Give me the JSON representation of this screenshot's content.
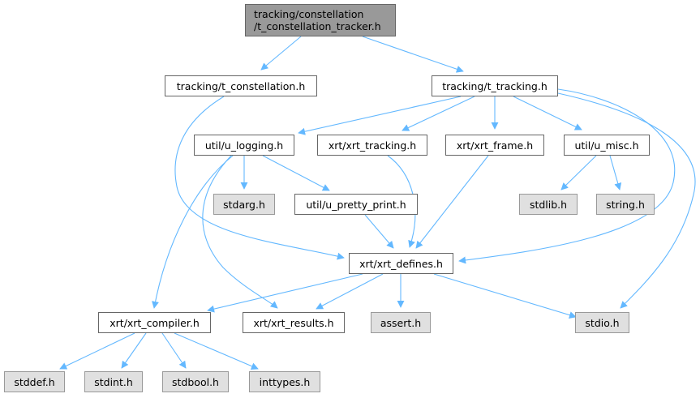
{
  "diagram": {
    "type": "include-dependency-graph",
    "edge_color": "#63b8ff",
    "node_border_color": "#666666",
    "root_fill": "#999999",
    "system_fill": "#e0e0e0",
    "nodes": [
      {
        "id": "root",
        "lines": [
          "tracking/constellation",
          "/t_constellation_tracker.h"
        ],
        "kind": "root"
      },
      {
        "id": "t_constellation",
        "lines": [
          "tracking/t_constellation.h"
        ],
        "kind": "local"
      },
      {
        "id": "t_tracking",
        "lines": [
          "tracking/t_tracking.h"
        ],
        "kind": "local"
      },
      {
        "id": "u_logging",
        "lines": [
          "util/u_logging.h"
        ],
        "kind": "local"
      },
      {
        "id": "xrt_tracking",
        "lines": [
          "xrt/xrt_tracking.h"
        ],
        "kind": "local"
      },
      {
        "id": "xrt_frame",
        "lines": [
          "xrt/xrt_frame.h"
        ],
        "kind": "local"
      },
      {
        "id": "u_misc",
        "lines": [
          "util/u_misc.h"
        ],
        "kind": "local"
      },
      {
        "id": "stdarg",
        "lines": [
          "stdarg.h"
        ],
        "kind": "system"
      },
      {
        "id": "u_pretty_print",
        "lines": [
          "util/u_pretty_print.h"
        ],
        "kind": "local"
      },
      {
        "id": "stdlib",
        "lines": [
          "stdlib.h"
        ],
        "kind": "system"
      },
      {
        "id": "string",
        "lines": [
          "string.h"
        ],
        "kind": "system"
      },
      {
        "id": "xrt_defines",
        "lines": [
          "xrt/xrt_defines.h"
        ],
        "kind": "local"
      },
      {
        "id": "xrt_compiler",
        "lines": [
          "xrt/xrt_compiler.h"
        ],
        "kind": "local"
      },
      {
        "id": "xrt_results",
        "lines": [
          "xrt/xrt_results.h"
        ],
        "kind": "local"
      },
      {
        "id": "assert",
        "lines": [
          "assert.h"
        ],
        "kind": "system"
      },
      {
        "id": "stdio",
        "lines": [
          "stdio.h"
        ],
        "kind": "system"
      },
      {
        "id": "stddef",
        "lines": [
          "stddef.h"
        ],
        "kind": "system"
      },
      {
        "id": "stdint",
        "lines": [
          "stdint.h"
        ],
        "kind": "system"
      },
      {
        "id": "stdbool",
        "lines": [
          "stdbool.h"
        ],
        "kind": "system"
      },
      {
        "id": "inttypes",
        "lines": [
          "inttypes.h"
        ],
        "kind": "system"
      }
    ],
    "edges": [
      {
        "from": "root",
        "to": "t_constellation"
      },
      {
        "from": "root",
        "to": "t_tracking"
      },
      {
        "from": "t_constellation",
        "to": "xrt_defines"
      },
      {
        "from": "t_tracking",
        "to": "u_logging"
      },
      {
        "from": "t_tracking",
        "to": "xrt_tracking"
      },
      {
        "from": "t_tracking",
        "to": "xrt_frame"
      },
      {
        "from": "t_tracking",
        "to": "u_misc"
      },
      {
        "from": "t_tracking",
        "to": "xrt_defines"
      },
      {
        "from": "t_tracking",
        "to": "stdio"
      },
      {
        "from": "u_logging",
        "to": "stdarg"
      },
      {
        "from": "u_logging",
        "to": "u_pretty_print"
      },
      {
        "from": "u_logging",
        "to": "xrt_compiler"
      },
      {
        "from": "u_logging",
        "to": "xrt_results"
      },
      {
        "from": "xrt_tracking",
        "to": "xrt_defines"
      },
      {
        "from": "xrt_frame",
        "to": "xrt_defines"
      },
      {
        "from": "u_misc",
        "to": "stdlib"
      },
      {
        "from": "u_misc",
        "to": "string"
      },
      {
        "from": "u_pretty_print",
        "to": "xrt_defines"
      },
      {
        "from": "xrt_defines",
        "to": "xrt_compiler"
      },
      {
        "from": "xrt_defines",
        "to": "xrt_results"
      },
      {
        "from": "xrt_defines",
        "to": "assert"
      },
      {
        "from": "xrt_defines",
        "to": "stdio"
      },
      {
        "from": "xrt_compiler",
        "to": "stddef"
      },
      {
        "from": "xrt_compiler",
        "to": "stdint"
      },
      {
        "from": "xrt_compiler",
        "to": "stdbool"
      },
      {
        "from": "xrt_compiler",
        "to": "inttypes"
      }
    ]
  }
}
